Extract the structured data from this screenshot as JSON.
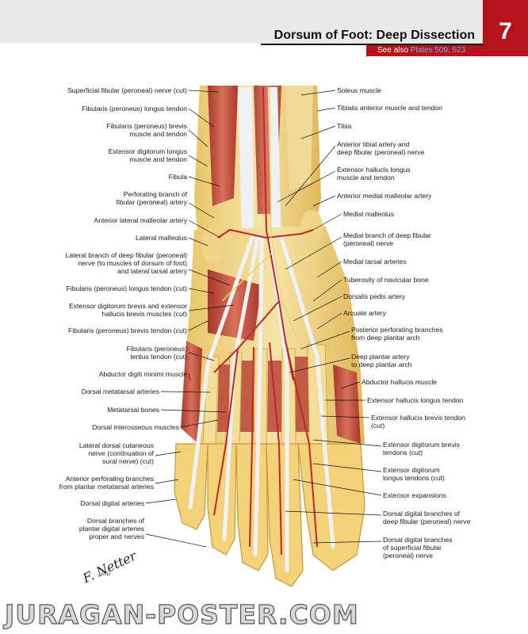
{
  "header": {
    "title": "Dorsum of Foot: Deep Dissection",
    "see_also_prefix": "See also",
    "see_also_refs": "Plates 509, 523",
    "chapter_number": "7"
  },
  "labels_left": [
    {
      "lines": [
        "Superficial fibular (peroneal) nerve (cut)"
      ]
    },
    {
      "lines": [
        "Fibularis (peroneus) longus tendon"
      ]
    },
    {
      "lines": [
        "Fibularis (peroneus) brevis",
        "muscle and tendon"
      ]
    },
    {
      "lines": [
        "Extensor digitorum longus",
        "muscle and tendon"
      ]
    },
    {
      "lines": [
        "Fibula"
      ]
    },
    {
      "lines": [
        "Perforating branch of",
        "fibular (peroneal) artery"
      ]
    },
    {
      "lines": [
        "Anterior lateral malleolar artery"
      ]
    },
    {
      "lines": [
        "Lateral malleolus"
      ]
    },
    {
      "lines": [
        "Lateral branch of deep fibular (peroneal)",
        "nerve (to muscles of dorsum of foot)",
        "and lateral tarsal artery"
      ]
    },
    {
      "lines": [
        "Fibularis (peroneus) longus tendon (cut)"
      ]
    },
    {
      "lines": [
        "Extensor digitorum brevis and extensor",
        "hallucis brevis muscles (cut)"
      ]
    },
    {
      "lines": [
        "Fibularis (peroneus) brevis tendon (cut)"
      ]
    },
    {
      "lines": [
        "Fibularis (peroneus)",
        "tertius tendon (cut)"
      ]
    },
    {
      "lines": [
        "Abductor digiti minimi muscle"
      ]
    },
    {
      "lines": [
        "Dorsal metatarsal arteries"
      ]
    },
    {
      "lines": [
        "Metatarsal bones"
      ]
    },
    {
      "lines": [
        "Dorsal interosseous muscles"
      ]
    },
    {
      "lines": [
        "Lateral dorsal cutaneous",
        "nerve (continuation of",
        "sural nerve) (cut)"
      ]
    },
    {
      "lines": [
        "Anterior perforating branches",
        "from plantar metatarsal arteries"
      ]
    },
    {
      "lines": [
        "Dorsal digital arteries"
      ]
    },
    {
      "lines": [
        "Dorsal branches of",
        "plantar digital arteries",
        "proper and nerves"
      ]
    }
  ],
  "labels_right": [
    {
      "lines": [
        "Soleus muscle"
      ]
    },
    {
      "lines": [
        "Tibialis anterior muscle and tendon"
      ]
    },
    {
      "lines": [
        "Tibia"
      ]
    },
    {
      "lines": [
        "Anterior tibial artery and",
        "deep fibular (peroneal) nerve"
      ]
    },
    {
      "lines": [
        "Extensor hallucis longus",
        "muscle and tendon"
      ]
    },
    {
      "lines": [
        "Anterior medial malleolar artery"
      ]
    },
    {
      "lines": [
        "Medial malleolus"
      ]
    },
    {
      "lines": [
        "Medial branch of deep fibular",
        "(peroneal) nerve"
      ]
    },
    {
      "lines": [
        "Medial tarsal arteries"
      ]
    },
    {
      "lines": [
        "Tuberosity of navicular bone"
      ]
    },
    {
      "lines": [
        "Dorsalis pedis artery"
      ]
    },
    {
      "lines": [
        "Arcuate artery"
      ]
    },
    {
      "lines": [
        "Posterior perforating branches",
        "from deep plantar arch"
      ]
    },
    {
      "lines": [
        "Deep plantar artery",
        "to deep plantar arch"
      ]
    },
    {
      "lines": [
        "Abductor hallucis muscle"
      ]
    },
    {
      "lines": [
        "Extensor hallucis longus tendon"
      ]
    },
    {
      "lines": [
        "Extensor hallucis brevis tendon",
        "(cut)"
      ]
    },
    {
      "lines": [
        "Extensor digitorum brevis",
        "tendons (cut)"
      ]
    },
    {
      "lines": [
        "Extensor digitorum",
        "longus tendons (cut)"
      ]
    },
    {
      "lines": [
        "Extensor expansions"
      ]
    },
    {
      "lines": [
        "Dorsal digital branches of",
        "deep fibular (peroneal) nerve"
      ]
    },
    {
      "lines": [
        "Dorsal digital branches",
        "of superficial fibular",
        "(peroneal) nerve"
      ]
    }
  ],
  "signature": "F. Netter",
  "signature_mark": "M.D.",
  "watermark": "JURAGAN-POSTER.COM",
  "colors": {
    "accent_red": "#b5121b",
    "link_blue": "#6fb3e8",
    "band_gray": "#e9e9e9",
    "bone": "#f3d98a",
    "muscle": "#c8533f",
    "tendon": "#e8ecf0",
    "artery": "#c0262b"
  }
}
